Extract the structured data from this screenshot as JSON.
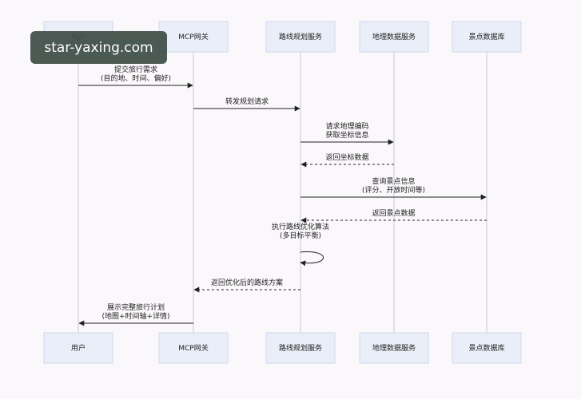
{
  "participants": [
    {
      "id": "user",
      "label": "用户"
    },
    {
      "id": "gateway",
      "label": "MCP网关"
    },
    {
      "id": "route",
      "label": "路线规划服务"
    },
    {
      "id": "geo",
      "label": "地理数据服务"
    },
    {
      "id": "poi",
      "label": "景点数据库"
    }
  ],
  "messages": [
    {
      "from": "user",
      "to": "gateway",
      "style": "solid",
      "lines": [
        "提交旅行需求",
        "(目的地、时间、偏好)"
      ]
    },
    {
      "from": "gateway",
      "to": "route",
      "style": "solid",
      "lines": [
        "转发规划请求"
      ]
    },
    {
      "from": "route",
      "to": "geo",
      "style": "solid",
      "lines": [
        "请求地理编码",
        "获取坐标信息"
      ]
    },
    {
      "from": "geo",
      "to": "route",
      "style": "dashed",
      "lines": [
        "返回坐标数据"
      ]
    },
    {
      "from": "route",
      "to": "poi",
      "style": "solid",
      "lines": [
        "查询景点信息",
        "(评分、开放时间等)"
      ]
    },
    {
      "from": "poi",
      "to": "route",
      "style": "dashed",
      "lines": [
        "返回景点数据"
      ]
    },
    {
      "from": "route",
      "to": "route",
      "style": "self",
      "lines": [
        "执行路线优化算法",
        "(多目标平衡)"
      ]
    },
    {
      "from": "route",
      "to": "gateway",
      "style": "dashed",
      "lines": [
        "返回优化后的路线方案"
      ]
    },
    {
      "from": "gateway",
      "to": "user",
      "style": "solid",
      "lines": [
        "展示完整旅行计划",
        "(地图+时间轴+详情)"
      ]
    }
  ],
  "watermark": "star-yaxing.com"
}
